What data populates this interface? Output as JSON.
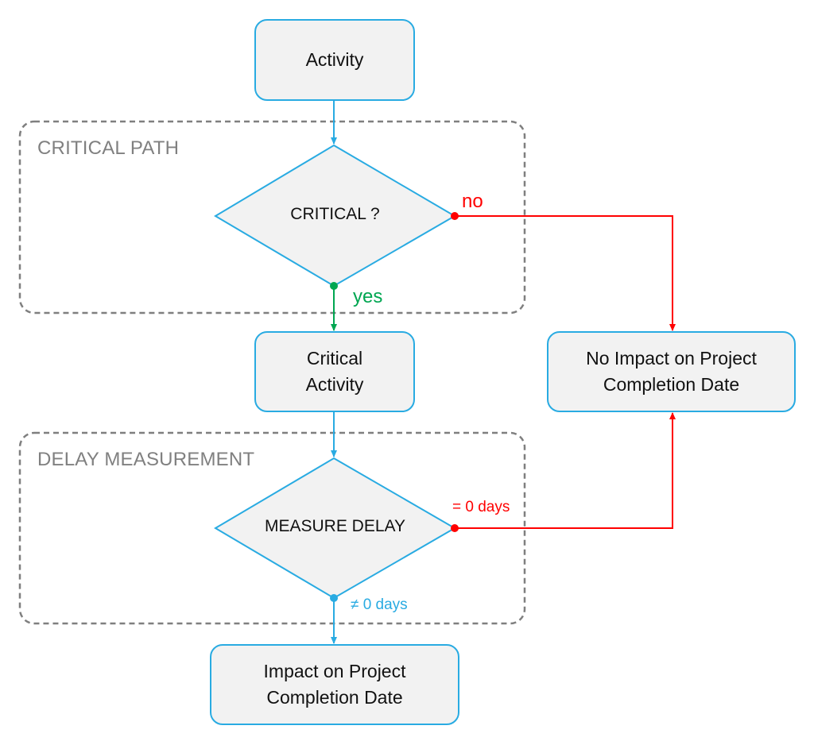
{
  "groups": {
    "critical_path": "CRITICAL PATH",
    "delay_measurement": "DELAY MEASUREMENT"
  },
  "nodes": {
    "activity": "Activity",
    "critical_question": "CRITICAL ?",
    "critical_activity": "Critical\nActivity",
    "no_impact": "No Impact on Project\nCompletion Date",
    "measure_delay": "MEASURE DELAY",
    "impact": "Impact on Project\nCompletion Date"
  },
  "edge_labels": {
    "no": "no",
    "yes": "yes",
    "zero_days": "= 0 days",
    "nonzero_days": "≠ 0 days"
  },
  "colors": {
    "node_border": "#29abe2",
    "node_fill": "#f2f2f2",
    "group_border": "#7f7f7f",
    "no_path": "#ff0000",
    "yes_path": "#00a651",
    "flow": "#29abe2"
  }
}
